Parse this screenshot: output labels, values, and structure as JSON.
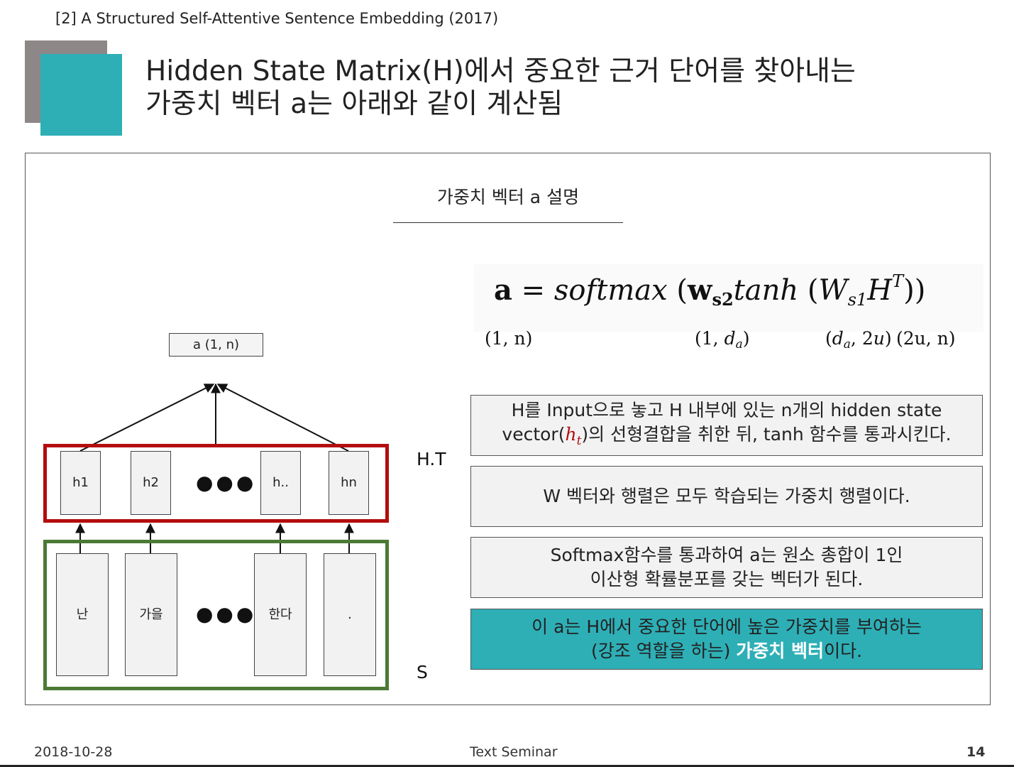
{
  "header": {
    "reference": "[2] A Structured Self-Attentive Sentence Embedding (2017)",
    "title_line1": "Hidden State Matrix(H)에서 중요한 근거 단어를 찾아내는",
    "title_line2": "가중치 벡터 a는 아래와 같이 계산됨"
  },
  "section": {
    "title": "가중치 벡터 a 설명"
  },
  "formula": {
    "lhs": "a",
    "eq": " = ",
    "softmax": "softmax",
    "lp1": " (",
    "w": "w",
    "w_sub": "s2",
    "tanh": "tanh",
    "lp2": " (",
    "W": "W",
    "W_sub": "s1",
    "H": "H",
    "H_sup": "T",
    "rp": "))",
    "dims": {
      "a": "(1, n)",
      "w_pre": "(1, ",
      "w_var": "d",
      "w_sub": "a",
      "w_post": ")",
      "W_pre": "(",
      "W_var": "d",
      "W_sub": "a",
      "W_mid": ", 2",
      "W_var2": "u",
      "W_post": ")",
      "H": "(2u, n)"
    }
  },
  "diagram": {
    "output_label": "a (1, n)",
    "hidden": [
      "h1",
      "h2",
      "h..",
      "hn"
    ],
    "words": [
      "난",
      "가을",
      "한다",
      "."
    ],
    "dots": "●●●",
    "label_ht": "H.T",
    "label_s": "S"
  },
  "notes": {
    "n1_l1": "H를 Input으로 놓고 H 내부에 있는 n개의 hidden state",
    "n1_l2_pre": "vector(",
    "n1_h": "h",
    "n1_t": "t",
    "n1_l2_post": ")의 선형결합을 취한 뒤, tanh 함수를 통과시킨다.",
    "n2": "W 벡터와 행렬은 모두 학습되는 가중치 행렬이다.",
    "n3_l1": "Softmax함수를 통과하여 a는 원소 총합이 1인",
    "n3_l2": "이산형 확률분포를 갖는 벡터가 된다.",
    "n4_l1": "이 a는 H에서 중요한 단어에 높은 가중치를 부여하는",
    "n4_l2_pre": "(강조 역할을 하는) ",
    "n4_l2_hl": "가중치 벡터",
    "n4_l2_post": "이다."
  },
  "footer": {
    "date": "2018-10-28",
    "center": "Text Seminar",
    "page": "14"
  },
  "colors": {
    "teal": "#2eafb6",
    "gray": "#8d8787",
    "red": "#b30d0d",
    "green": "#4a7a35",
    "highlight": "#ffffff"
  }
}
